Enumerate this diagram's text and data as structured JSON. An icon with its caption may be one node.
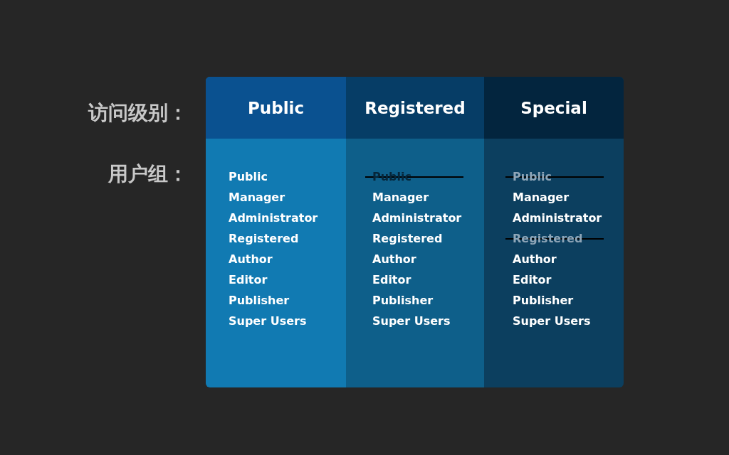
{
  "diagram": {
    "nodes": [
      {
        "text": [
          "Public"
        ]
      },
      {
        "text": [
          "Public"
        ],
        "in": 0
      },
      {
        "text": [
          "Manager"
        ],
        "in": 0
      },
      {
        "text": [
          "Administrator"
        ],
        "in": 0
      },
      {
        "text": [
          "Registered"
        ],
        "in": 0
      },
      {
        "text": [
          "Author"
        ],
        "in": 0
      },
      {
        "text": [
          "Editor"
        ],
        "in": 0
      },
      {
        "text": [
          "Publisher"
        ],
        "in": 0
      },
      {
        "text": [
          "Super Users"
        ],
        "in": 0
      },
      {
        "text": [
          "Registered"
        ]
      },
      {
        "text": [
          "Public"
        ],
        "in": 9
      },
      {
        "text": [
          "Manager"
        ],
        "in": 9
      },
      {
        "text": [
          "Administrator"
        ],
        "in": 9
      },
      {
        "text": [
          "Registered"
        ],
        "in": 9
      },
      {
        "text": [
          "Author"
        ],
        "in": 9
      },
      {
        "text": [
          "Editor"
        ],
        "in": 9
      },
      {
        "text": [
          "Publisher"
        ],
        "in": 9
      },
      {
        "text": [
          "Super Users"
        ],
        "in": 9
      },
      {
        "text": [
          "Special"
        ]
      },
      {
        "text": [
          "Public"
        ],
        "in": 18
      },
      {
        "text": [
          "Manager"
        ],
        "in": 18
      },
      {
        "text": [
          "Administrator"
        ],
        "in": 18
      },
      {
        "text": [
          "Registered"
        ],
        "in": 18
      },
      {
        "text": [
          "Author"
        ],
        "in": 18
      },
      {
        "text": [
          "Editor"
        ],
        "in": 18
      },
      {
        "text": [
          "Publisher"
        ],
        "in": 18
      },
      {
        "text": [
          "Super Users"
        ],
        "in": 18
      }
    ],
    "edges": [],
    "labels": [
      "访问级别：",
      "用户组："
    ]
  }
}
